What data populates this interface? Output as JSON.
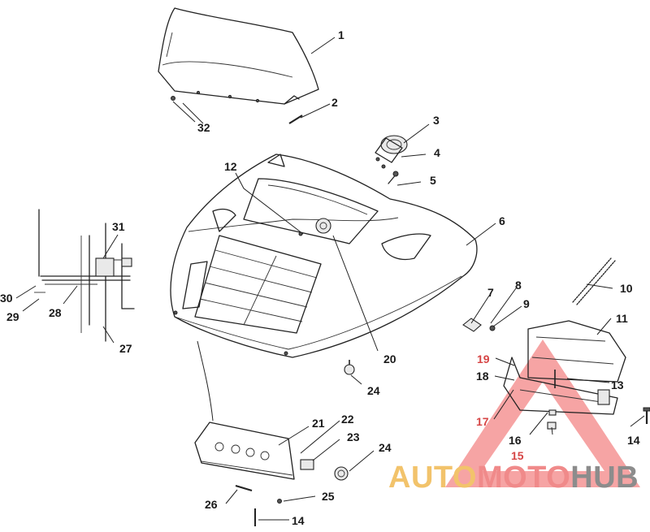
{
  "callouts": [
    {
      "id": "c1",
      "text": "1"
    },
    {
      "id": "c2",
      "text": "2"
    },
    {
      "id": "c3",
      "text": "3"
    },
    {
      "id": "c4",
      "text": "4"
    },
    {
      "id": "c5",
      "text": "5"
    },
    {
      "id": "c6",
      "text": "6"
    },
    {
      "id": "c7",
      "text": "7"
    },
    {
      "id": "c8",
      "text": "8"
    },
    {
      "id": "c9",
      "text": "9"
    },
    {
      "id": "c10",
      "text": "10"
    },
    {
      "id": "c11",
      "text": "11"
    },
    {
      "id": "c12",
      "text": "12"
    },
    {
      "id": "c13",
      "text": "13"
    },
    {
      "id": "c14a",
      "text": "14"
    },
    {
      "id": "c14b",
      "text": "14"
    },
    {
      "id": "c15",
      "text": "15"
    },
    {
      "id": "c16",
      "text": "16"
    },
    {
      "id": "c17",
      "text": "17"
    },
    {
      "id": "c18",
      "text": "18"
    },
    {
      "id": "c19",
      "text": "19"
    },
    {
      "id": "c20",
      "text": "20"
    },
    {
      "id": "c21",
      "text": "21"
    },
    {
      "id": "c22",
      "text": "22"
    },
    {
      "id": "c23",
      "text": "23"
    },
    {
      "id": "c24a",
      "text": "24"
    },
    {
      "id": "c24b",
      "text": "24"
    },
    {
      "id": "c25",
      "text": "25"
    },
    {
      "id": "c26",
      "text": "26"
    },
    {
      "id": "c27",
      "text": "27"
    },
    {
      "id": "c28",
      "text": "28"
    },
    {
      "id": "c29",
      "text": "29"
    },
    {
      "id": "c30",
      "text": "30"
    },
    {
      "id": "c31",
      "text": "31"
    },
    {
      "id": "c32",
      "text": "32"
    }
  ],
  "watermark": {
    "part1": "AUTO",
    "part2": "MOTO",
    "part3": "HUB",
    "color_part1": "#f2c36b",
    "color_part2": "#f08a8a",
    "color_part3": "#8c8c8c",
    "triangle_color": "#f27070"
  }
}
